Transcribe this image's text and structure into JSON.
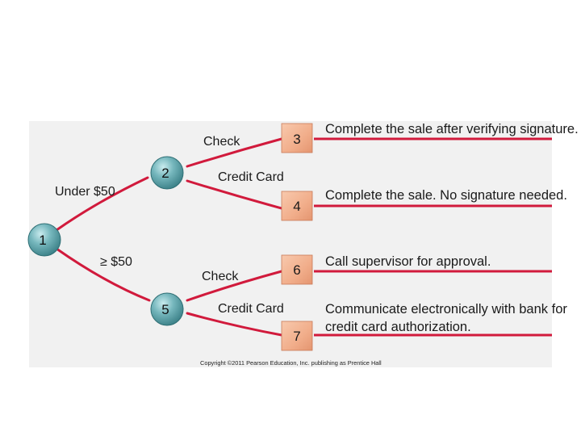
{
  "nodes": {
    "n1": "1",
    "n2": "2",
    "n3": "3",
    "n4": "4",
    "n5": "5",
    "n6": "6",
    "n7": "7"
  },
  "branch_labels": {
    "under50": "Under $50",
    "ge50": "≥ $50",
    "check_top": "Check",
    "credit_top": "Credit Card",
    "check_bottom": "Check",
    "credit_bottom": "Credit Card"
  },
  "actions": {
    "a3": "Complete the sale after verifying signature.",
    "a4": "Complete the sale. No signature needed.",
    "a6": "Call supervisor for approval.",
    "a7_line1": "Communicate electronically with bank for",
    "a7_line2": "credit card authorization."
  },
  "copyright": "Copyright ©2011 Pearson Education, Inc. publishing as Prentice Hall",
  "colors": {
    "branch": "#d11a3c",
    "circle_node": "#5fa6ad",
    "square_node": "#f0b090",
    "panel": "#f1f1f1"
  }
}
